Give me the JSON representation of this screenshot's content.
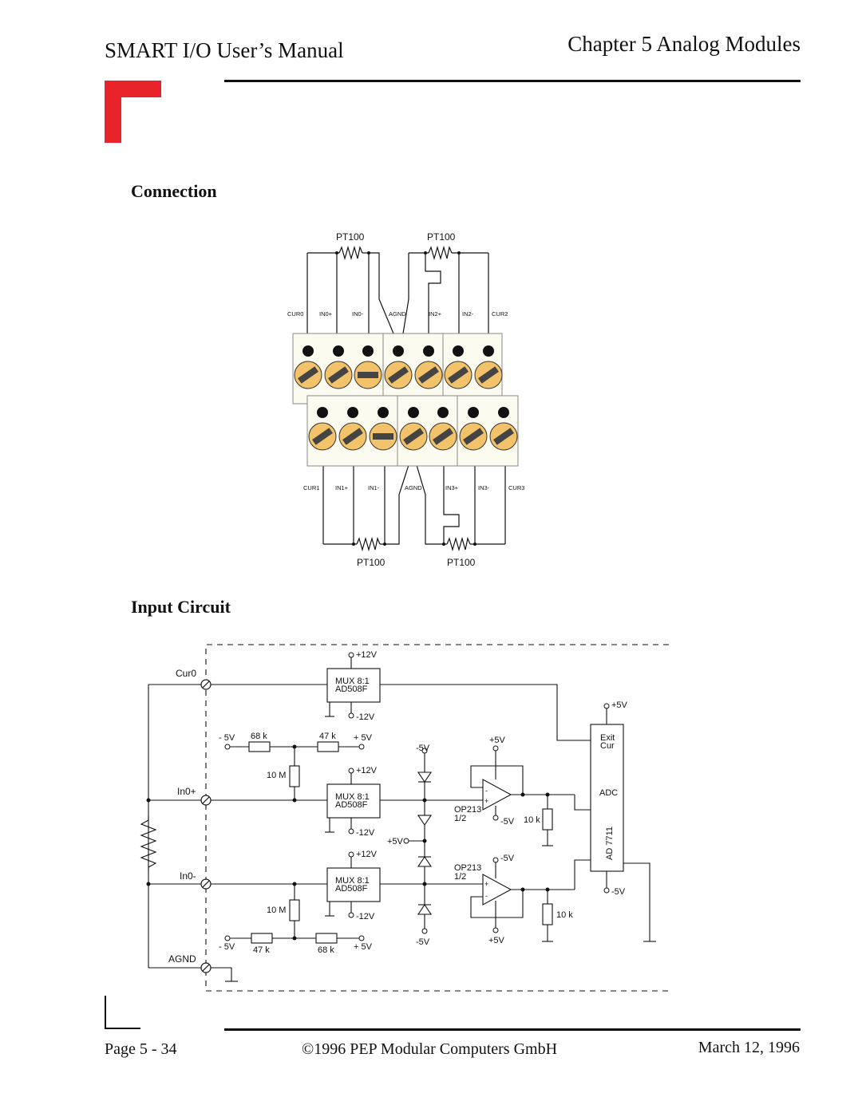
{
  "header": {
    "manual_title": "SMART I/O User’s Manual",
    "chapter_title": "Chapter 5  Analog Modules"
  },
  "sections": {
    "connection": "Connection",
    "input_circuit": "Input Circuit"
  },
  "connection_figure": {
    "pt100_top_left": "PT100",
    "pt100_top_right": "PT100",
    "pt100_bottom_left": "PT100",
    "pt100_bottom_right": "PT100",
    "top_terminals": [
      "CUR0",
      "IN0+",
      "IN0-",
      "AGND",
      "IN2+",
      "IN2-",
      "CUR2"
    ],
    "bottom_terminals": [
      "CUR1",
      "IN1+",
      "IN1-",
      "AGND",
      "IN3+",
      "IN3-",
      "CUR3"
    ],
    "colors": {
      "screw_fill": "#f2c36a",
      "block_fill": "#fbfbef"
    }
  },
  "input_circuit_figure": {
    "cur0": "Cur0",
    "in0_plus": "In0+",
    "in0_minus": "In0-",
    "agnd": "AGND",
    "mux_name": "MUX  8:1",
    "mux_part": "AD508F",
    "p12v": "+12V",
    "m12v": "-12V",
    "p5v": "+5V",
    "m5v": "-5V",
    "m5v_spaced": "- 5V",
    "p5v_spaced": "+ 5V",
    "r68k": "68 k",
    "r47k": "47 k",
    "r10m": "10 M",
    "r10k": "10 k",
    "opamp": "OP213",
    "half": "1/2",
    "exit": "Exit",
    "cur": "Cur",
    "adc": "ADC",
    "adc_part": "AD 7711",
    "minus_sign": "-",
    "plus_sign": "+"
  },
  "footer": {
    "page": "Page 5 - 34",
    "copyright": "©1996 PEP Modular Computers GmbH",
    "date": "March 12, 1996"
  }
}
